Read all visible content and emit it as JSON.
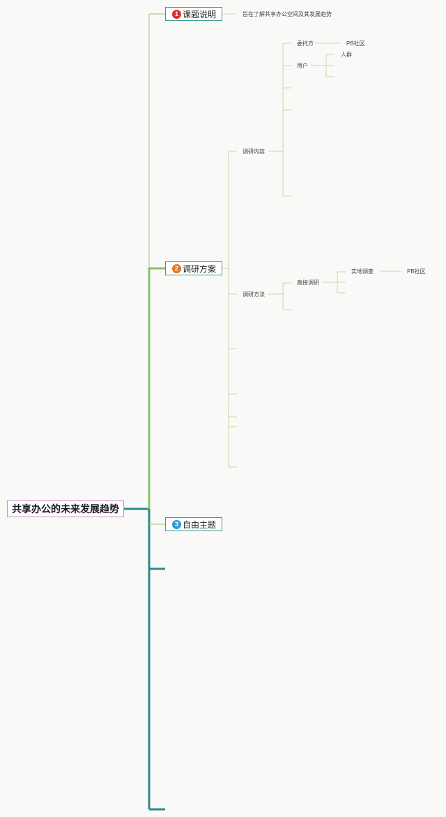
{
  "root": {
    "label": "共享办公的未来发展趋势"
  },
  "topics": [
    {
      "number": "1",
      "label": "课题说明",
      "badge_color": "#d9302a",
      "note": "旨在了解共享办公空间及其发展趋势"
    },
    {
      "number": "2",
      "label": "调研方案",
      "badge_color": "#e7741f"
    },
    {
      "number": "3",
      "label": "自由主题",
      "badge_color": "#2f9ad8"
    }
  ],
  "research_content": {
    "label": "调研内容",
    "client": {
      "label": "委托方",
      "value": "PB社区"
    },
    "user": {
      "label": "用户",
      "children": [
        "人群"
      ]
    }
  },
  "research_method": {
    "label": "调研方法",
    "direct": {
      "label": "直接调研",
      "field_survey": {
        "label": "实地调查",
        "value": "PB社区"
      }
    }
  },
  "colors": {
    "root_border": "#d87ed6",
    "root_trunk": "#2b8a8a",
    "branch_light": "#a8cf86",
    "branch_main": "#8bc16a",
    "leaf_line": "#d3ddb7",
    "topic_border": "#3d9a8e"
  }
}
